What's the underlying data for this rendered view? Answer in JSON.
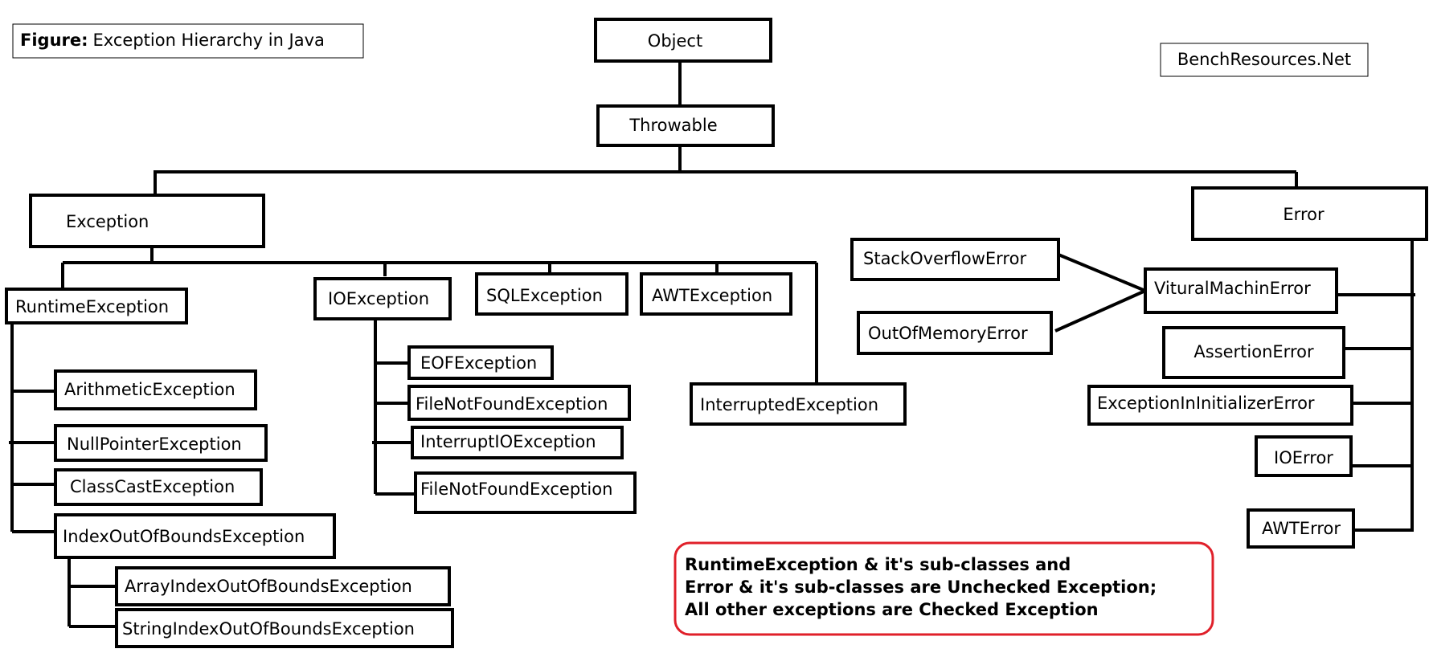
{
  "caption": {
    "label": "Figure:",
    "title": "Exception Hierarchy in Java"
  },
  "watermark": "BenchResources.Net",
  "nodes": {
    "object": "Object",
    "throwable": "Throwable",
    "exception": "Exception",
    "error": "Error",
    "runtime_exception": "RuntimeException",
    "io_exception": "IOException",
    "sql_exception": "SQLException",
    "awt_exception": "AWTException",
    "interrupted_exception": "InterruptedException",
    "arithmetic_exception": "ArithmeticException",
    "null_pointer_exception": "NullPointerException",
    "class_cast_exception": "ClassCastException",
    "index_out_of_bounds_exception": "IndexOutOfBoundsException",
    "array_index_out_of_bounds_exception": "ArrayIndexOutOfBoundsException",
    "string_index_out_of_bounds_exception": "StringIndexOutOfBoundsException",
    "eof_exception": "EOFException",
    "file_not_found_exception_1": "FileNotFoundException",
    "interrupt_io_exception": "InterruptIOException",
    "file_not_found_exception_2": "FileNotFoundException",
    "stack_overflow_error": "StackOverflowError",
    "out_of_memory_error": "OutOfMemoryError",
    "virtual_machine_error": "VituralMachinError",
    "assertion_error": "AssertionError",
    "exception_in_initializer_error": "ExceptionInInitializerError",
    "io_error": "IOError",
    "awt_error": "AWTError"
  },
  "note": {
    "line1": "RuntimeException & it's sub-classes and",
    "line2": "Error & it's sub-classes are Unchecked Exception;",
    "line3": "All other exceptions are Checked Exception",
    "border_color": "#e0202a"
  }
}
